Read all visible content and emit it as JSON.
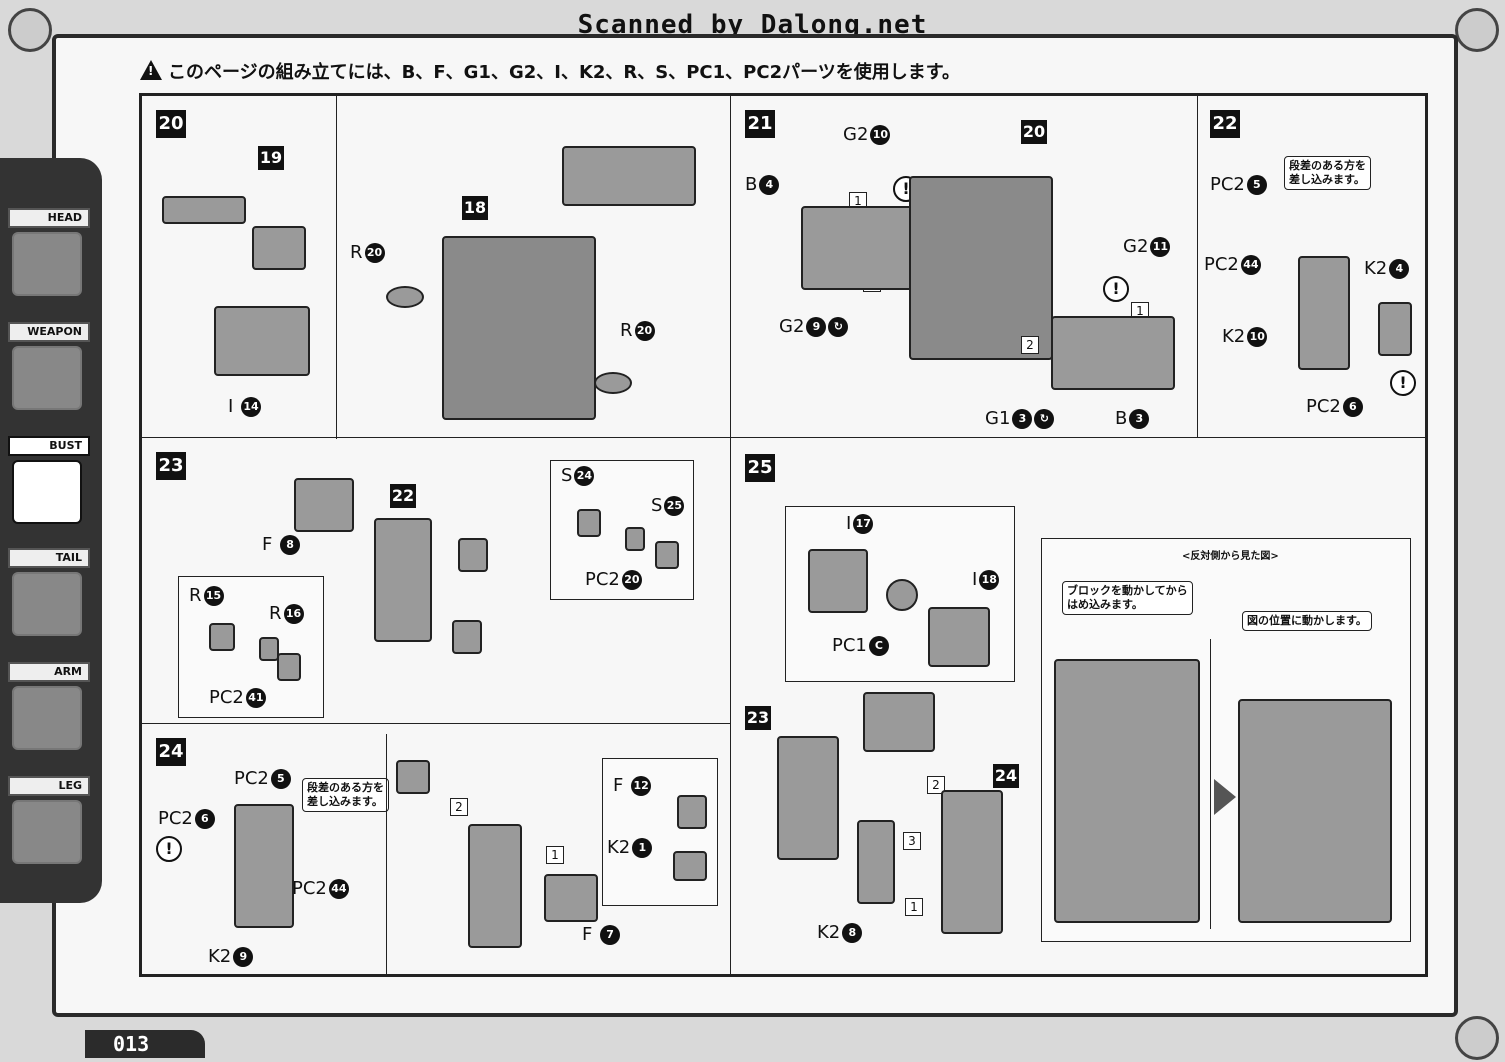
{
  "scan_banner": "Scanned by Dalong.net",
  "warning": "このページの組み立てには、B、F、G1、G2、I、K2、R、S、PC1、PC2パーツを使用します。",
  "page_number": "013",
  "sidebar": {
    "tabs": [
      {
        "label": "HEAD",
        "active": false
      },
      {
        "label": "WEAPON",
        "active": false
      },
      {
        "label": "BUST",
        "active": true
      },
      {
        "label": "TAIL",
        "active": false
      },
      {
        "label": "ARM",
        "active": false
      },
      {
        "label": "LEG",
        "active": false
      }
    ]
  },
  "steps": {
    "s20": {
      "number": "20",
      "ref1": "19",
      "ref2": "18",
      "i_part": "I",
      "i_num": "14",
      "r_part": "R",
      "r_num": "20"
    },
    "s21": {
      "number": "21",
      "ref": "20",
      "b1": "B",
      "b1n": "4",
      "g2a": "G2",
      "g2an": "10",
      "g2b": "G2",
      "g2bn": "9",
      "g2c": "G2",
      "g2cn": "11",
      "g1": "G1",
      "g1n": "3",
      "b2": "B",
      "b2n": "3"
    },
    "s22": {
      "number": "22",
      "note": "段差のある方を\n差し込みます。",
      "pc2a": "PC2",
      "pc2an": "5",
      "pc2b": "PC2",
      "pc2bn": "44",
      "k2a": "K2",
      "k2an": "4",
      "k2b": "K2",
      "k2bn": "10",
      "pc2c": "PC2",
      "pc2cn": "6"
    },
    "s23": {
      "number": "23",
      "ref": "22",
      "f": "F",
      "fn": "8",
      "s1": "S",
      "s1n": "24",
      "s2": "S",
      "s2n": "25",
      "pc2a": "PC2",
      "pc2an": "20",
      "r1": "R",
      "r1n": "15",
      "r2": "R",
      "r2n": "16",
      "pc2b": "PC2",
      "pc2bn": "41"
    },
    "s24": {
      "number": "24",
      "pc2a": "PC2",
      "pc2an": "5",
      "pc2b": "PC2",
      "pc2bn": "6",
      "note": "段差のある方を\n差し込みます。",
      "pc2c": "PC2",
      "pc2cn": "44",
      "k2a": "K2",
      "k2an": "9",
      "f1": "F",
      "f1n": "12",
      "k2b": "K2",
      "k2bn": "1",
      "f2": "F",
      "f2n": "7"
    },
    "s25": {
      "number": "25",
      "i1": "I",
      "i1n": "17",
      "i2": "I",
      "i2n": "18",
      "pc1": "PC1",
      "pc1n": "C",
      "ref1": "23",
      "ref2": "24",
      "k2": "K2",
      "k2n": "8",
      "caption": "<反対側から見た図>",
      "note1": "ブロックを動かしてから\nはめ込みます。",
      "note2": "図の位置に動かします。"
    }
  }
}
